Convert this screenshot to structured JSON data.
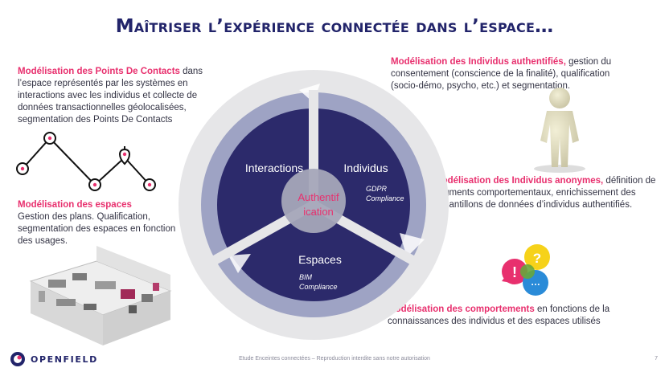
{
  "title": "Maîtriser l’expérience connectée dans l’espace…",
  "poc": {
    "highlight": "Modélisation des Points De Contacts",
    "text": " dans l’espace représentés par les systèmes en interactions avec les individus et collecte de données transactionnelles géolocalisées, segmentation des Points De Contacts"
  },
  "espaces_block": {
    "highlight": "Modélisation des espaces",
    "text": "Gestion des plans. Qualification, segmentation des espaces en fonction des usages."
  },
  "auth": {
    "highlight": "Modélisation des Individus authentifiés,",
    "text": " gestion du consentement (conscience de la finalité), qualification (socio-démo, psycho, etc.) et segmentation."
  },
  "anon": {
    "highlight": "Modélisation des Individus anonymes,",
    "text": " définition de segments comportementaux,  enrichissement des échantillons de données d’individus authentifiés."
  },
  "comp": {
    "highlight": "Modélisation des comportements",
    "text": " en fonctions de la connaissances des individus et des espaces utilisés"
  },
  "cycle": {
    "interactions": "Interactions",
    "individus": "Individus",
    "espaces": "Espaces",
    "gdpr_1": "GDPR",
    "gdpr_2": "Compliance",
    "bim_1": "BIM",
    "bim_2": "Compliance",
    "center_1": "Authentif",
    "center_2": "ication"
  },
  "footer": {
    "brand": "OPENFIELD",
    "notice": "Etude Enceintes connectées – Reproduction interdite sans notre autorisation",
    "page": "7"
  },
  "colors": {
    "navy": "#2c2a6b",
    "accent": "#e8306e",
    "ring": "#9ea3c4",
    "outer": "#e6e6e8"
  },
  "icons": [
    "touchpoint-line-icon",
    "person-3d-icon",
    "speech-bubbles-icon",
    "floor-plan-3d-icon"
  ]
}
